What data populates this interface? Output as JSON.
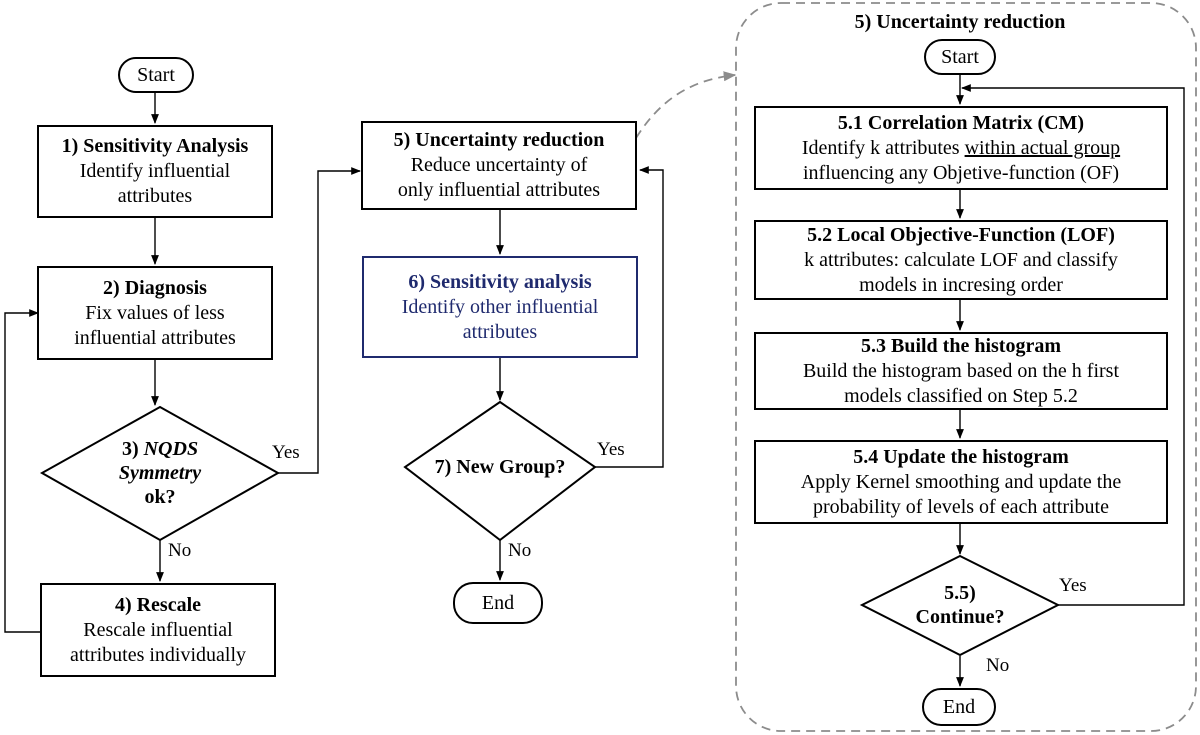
{
  "left": {
    "start": "Start",
    "step1": {
      "title": "1) Sensitivity Analysis",
      "line1": "Identify influential",
      "line2": "attributes"
    },
    "step2": {
      "title": "2) Diagnosis",
      "line1": "Fix values of less",
      "line2": "influential attributes"
    },
    "step3": {
      "num": "3) ",
      "italic1": "NQDS",
      "italic2": "Symmetry",
      "ok": "ok?"
    },
    "step4": {
      "title": "4) Rescale",
      "line1": "Rescale influential",
      "line2": "attributes individually"
    },
    "yes": "Yes",
    "no": "No"
  },
  "middle": {
    "step5": {
      "title": "5) Uncertainty reduction",
      "line1": "Reduce uncertainty of",
      "line2": "only influential attributes"
    },
    "step6": {
      "title": "6) Sensitivity analysis",
      "line1": "Identify other influential",
      "line2": "attributes"
    },
    "step7": "7) New Group?",
    "yes": "Yes",
    "no": "No",
    "end": "End"
  },
  "right": {
    "panel_title": "5) Uncertainty reduction",
    "start": "Start",
    "s51": {
      "title": "5.1 Correlation Matrix (CM)",
      "line1a": "Identify k attributes ",
      "line1b": "within actual group",
      "line2": "influencing any Objetive-function (OF)"
    },
    "s52": {
      "title": "5.2 Local Objective-Function (LOF)",
      "line1": "k attributes: calculate LOF and classify",
      "line2": "models in incresing order"
    },
    "s53": {
      "title": "5.3 Build the histogram",
      "line1": "Build the histogram  based on the h first",
      "line2": "models classified on Step 5.2"
    },
    "s54": {
      "title": "5.4 Update the histogram",
      "line1": "Apply Kernel smoothing and update the",
      "line2": "probability of levels of each attribute"
    },
    "s55": {
      "line1": "5.5)",
      "line2": "Continue?"
    },
    "yes": "Yes",
    "no": "No",
    "end": "End"
  },
  "colors": {
    "line": "#000000",
    "dashed": "#8c8c8c",
    "step6": "#1f2a6e"
  }
}
